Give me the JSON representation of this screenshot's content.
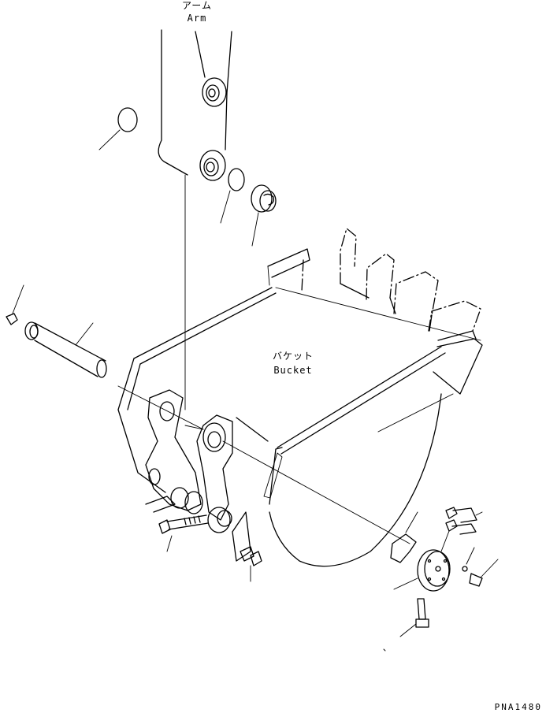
{
  "labels": {
    "arm_jp": "アーム",
    "arm_en": "Arm",
    "bucket_jp": "バケット",
    "bucket_en": "Bucket",
    "figure_code": "PNA1480"
  },
  "colors": {
    "line": "#000000",
    "background": "#ffffff"
  }
}
